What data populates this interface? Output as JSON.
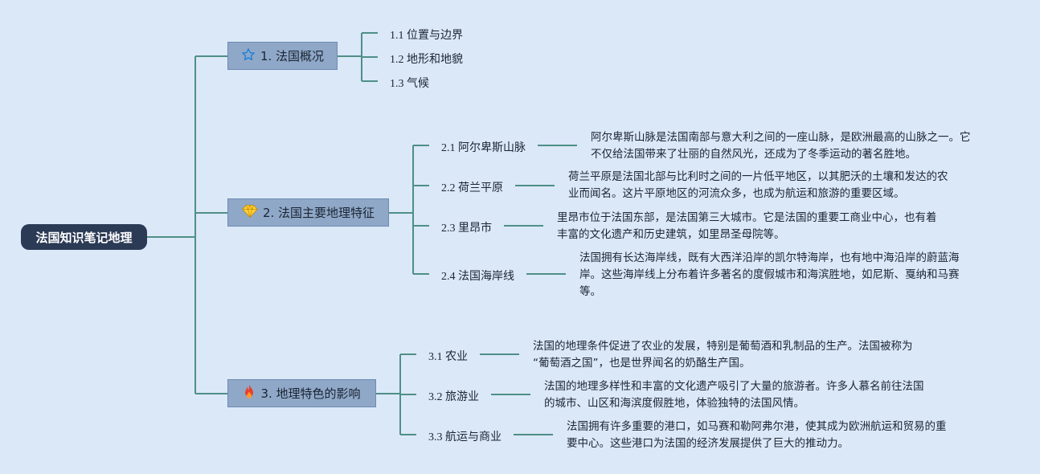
{
  "root": {
    "label": "法国知识笔记地理"
  },
  "branches": [
    {
      "label": "1. 法国概况",
      "icon": "star-icon",
      "children": [
        {
          "label": "1.1 位置与边界"
        },
        {
          "label": "1.2 地形和地貌"
        },
        {
          "label": "1.3 气候"
        }
      ]
    },
    {
      "label": "2. 法国主要地理特征",
      "icon": "gem-icon",
      "children": [
        {
          "label": "2.1 阿尔卑斯山脉",
          "desc": [
            "阿尔卑斯山脉是法国南部与意大利之间的一座山脉，是欧洲最高的山脉之一。它",
            "不仅给法国带来了壮丽的自然风光，还成为了冬季运动的著名胜地。"
          ]
        },
        {
          "label": "2.2 荷兰平原",
          "desc": [
            "荷兰平原是法国北部与比利时之间的一片低平地区，以其肥沃的土壤和发达的农",
            "业而闻名。这片平原地区的河流众多，也成为航运和旅游的重要区域。"
          ]
        },
        {
          "label": "2.3 里昂市",
          "desc": [
            "里昂市位于法国东部，是法国第三大城市。它是法国的重要工商业中心，也有着",
            "丰富的文化遗产和历史建筑，如里昂圣母院等。"
          ]
        },
        {
          "label": "2.4 法国海岸线",
          "desc": [
            "法国拥有长达海岸线，既有大西洋沿岸的凯尔特海岸，也有地中海沿岸的蔚蓝海",
            "岸。这些海岸线上分布着许多著名的度假城市和海滨胜地，如尼斯、戛纳和马赛",
            "等。"
          ]
        }
      ]
    },
    {
      "label": "3. 地理特色的影响",
      "icon": "fire-icon",
      "children": [
        {
          "label": "3.1 农业",
          "desc": [
            "法国的地理条件促进了农业的发展，特别是葡萄酒和乳制品的生产。法国被称为",
            "“葡萄酒之国”，也是世界闻名的奶酪生产国。"
          ]
        },
        {
          "label": "3.2 旅游业",
          "desc": [
            "法国的地理多样性和丰富的文化遗产吸引了大量的旅游者。许多人慕名前往法国",
            "的城市、山区和海滨度假胜地，体验独特的法国风情。"
          ]
        },
        {
          "label": "3.3 航运与商业",
          "desc": [
            "法国拥有许多重要的港口，如马赛和勒阿弗尔港，使其成为欧洲航运和贸易的重",
            "要中心。这些港口为法国的经济发展提供了巨大的推动力。"
          ]
        }
      ]
    }
  ],
  "colors": {
    "background": "#dbe8f8",
    "connector": "#4f8f86",
    "root": "#2b3a55",
    "branch": "#8fa8c8"
  }
}
